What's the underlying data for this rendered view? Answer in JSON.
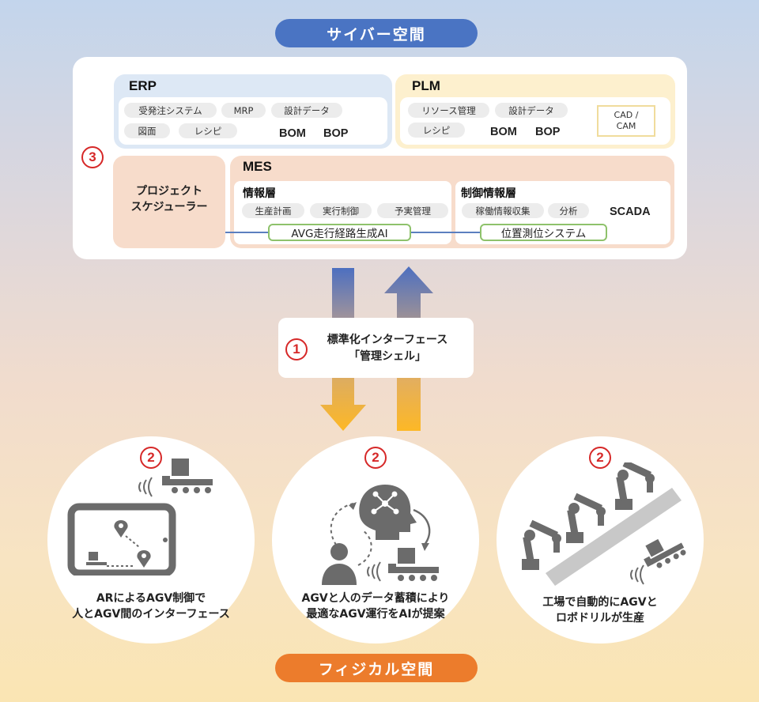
{
  "headers": {
    "cyber": "サイバー空間",
    "physical": "フィジカル空間"
  },
  "erp": {
    "title": "ERP",
    "chips": [
      "受発注システム",
      "MRP",
      "設計データ",
      "図面",
      "レシピ"
    ],
    "bom": "BOM",
    "bop": "BOP"
  },
  "plm": {
    "title": "PLM",
    "chips": [
      "リソース管理",
      "設計データ",
      "レシピ"
    ],
    "bom": "BOM",
    "bop": "BOP",
    "cad_line1": "CAD /",
    "cad_line2": "CAM"
  },
  "scheduler": {
    "line1": "プロジェクト",
    "line2": "スケジューラー"
  },
  "mes": {
    "title": "MES",
    "info_layer": {
      "title": "情報層",
      "chips": [
        "生産計画",
        "実行制御",
        "予実管理"
      ]
    },
    "control_layer": {
      "title": "制御情報層",
      "chips": [
        "稼働情報収集",
        "分析"
      ],
      "scada": "SCADA"
    },
    "avg_route": "AVG走行経路生成AI",
    "positioning": "位置測位システム"
  },
  "markers": {
    "one": "1",
    "two": "2",
    "three": "3"
  },
  "interface": {
    "line1": "標準化インターフェース",
    "line2": "「管理シェル」"
  },
  "circles": [
    {
      "line1": "ARによるAGV制御で",
      "line2": "人とAGV間のインターフェース"
    },
    {
      "line1": "AGVと人のデータ蓄積により",
      "line2": "最適なAGV運行をAIが提案"
    },
    {
      "line1": "工場で自動的にAGVと",
      "line2": "ロボドリルが生産"
    }
  ],
  "colors": {
    "cyber_pill": "#4a74c3",
    "physical_pill": "#ec7c2c",
    "erp_bg": "#dde8f5",
    "plm_bg": "#fdf0ce",
    "mes_bg": "#f7dccb",
    "marker_red": "#d62828",
    "icon_gray": "#6b6b6b",
    "ai_green_border": "#8ec26b"
  },
  "icons": [
    "tablet-map-icon",
    "agv-cart-icon",
    "ai-brain-icon",
    "person-icon",
    "robot-arm-icon",
    "wireless-signal-icon",
    "arrow-up-icon",
    "arrow-down-icon"
  ]
}
